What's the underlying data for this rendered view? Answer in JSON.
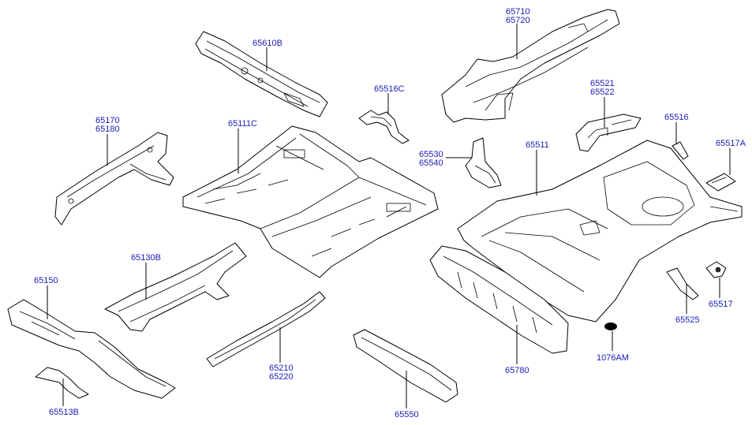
{
  "diagram": {
    "label_color": "#1a1ab8",
    "labels": {
      "p65710": "65710",
      "p65720": "65720",
      "p65610B": "65610B",
      "p65516C": "65516C",
      "p65521": "65521",
      "p65522": "65522",
      "p65170": "65170",
      "p65180": "65180",
      "p65111C": "65111C",
      "p65516": "65516",
      "p65517A": "65517A",
      "p65530": "65530",
      "p65540": "65540",
      "p65511": "65511",
      "p65130B": "65130B",
      "p65150": "65150",
      "p65517": "65517",
      "p65525": "65525",
      "p65210": "65210",
      "p65220": "65220",
      "p1076AM": "1076AM",
      "p65780": "65780",
      "p65513B": "65513B",
      "p65550": "65550"
    }
  }
}
